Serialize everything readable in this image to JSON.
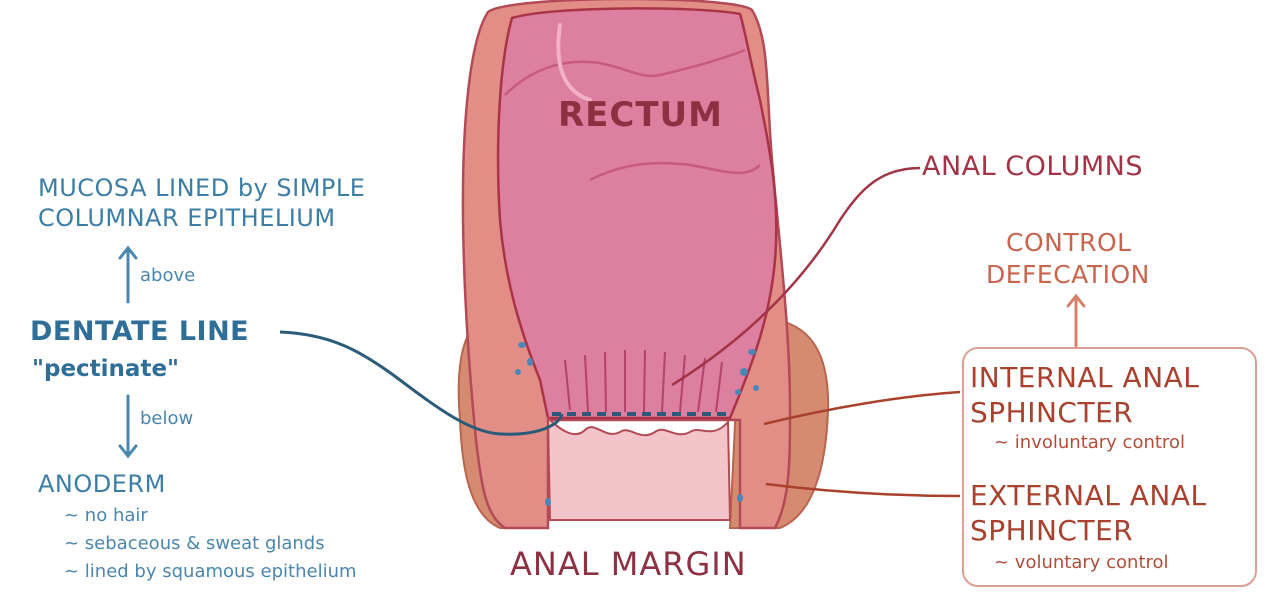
{
  "labels": {
    "rectum": "RECTUM",
    "anal_margin": "ANAL MARGIN",
    "anal_columns": "ANAL COLUMNS",
    "control_defecation": [
      "CONTROL",
      "DEFECATION"
    ],
    "mucosa": [
      "MUCOSA LINED by SIMPLE",
      "COLUMNAR EPITHELIUM"
    ],
    "above": "above",
    "dentate_line": "DENTATE LINE",
    "pectinate": "\"pectinate\"",
    "below": "below",
    "anoderm": "ANODERM",
    "anoderm_notes": [
      "~ no hair",
      "~ sebaceous & sweat glands",
      "~ lined by squamous epithelium"
    ],
    "internal_sphincter": [
      "INTERNAL ANAL",
      "SPHINCTER"
    ],
    "internal_note": "~ involuntary control",
    "external_sphincter": [
      "EXTERNAL ANAL",
      "SPHINCTER"
    ],
    "external_note": "~ voluntary control"
  },
  "colors": {
    "blue_text": "#3c7ea6",
    "red_text": "#8f2f3c",
    "orange_text": "#c6604a",
    "mucosa_pink": "#dc7e9d",
    "muscle_tan": "#d88e74",
    "anoderm_pink": "#f2c3c8",
    "outline": "#a93448"
  }
}
